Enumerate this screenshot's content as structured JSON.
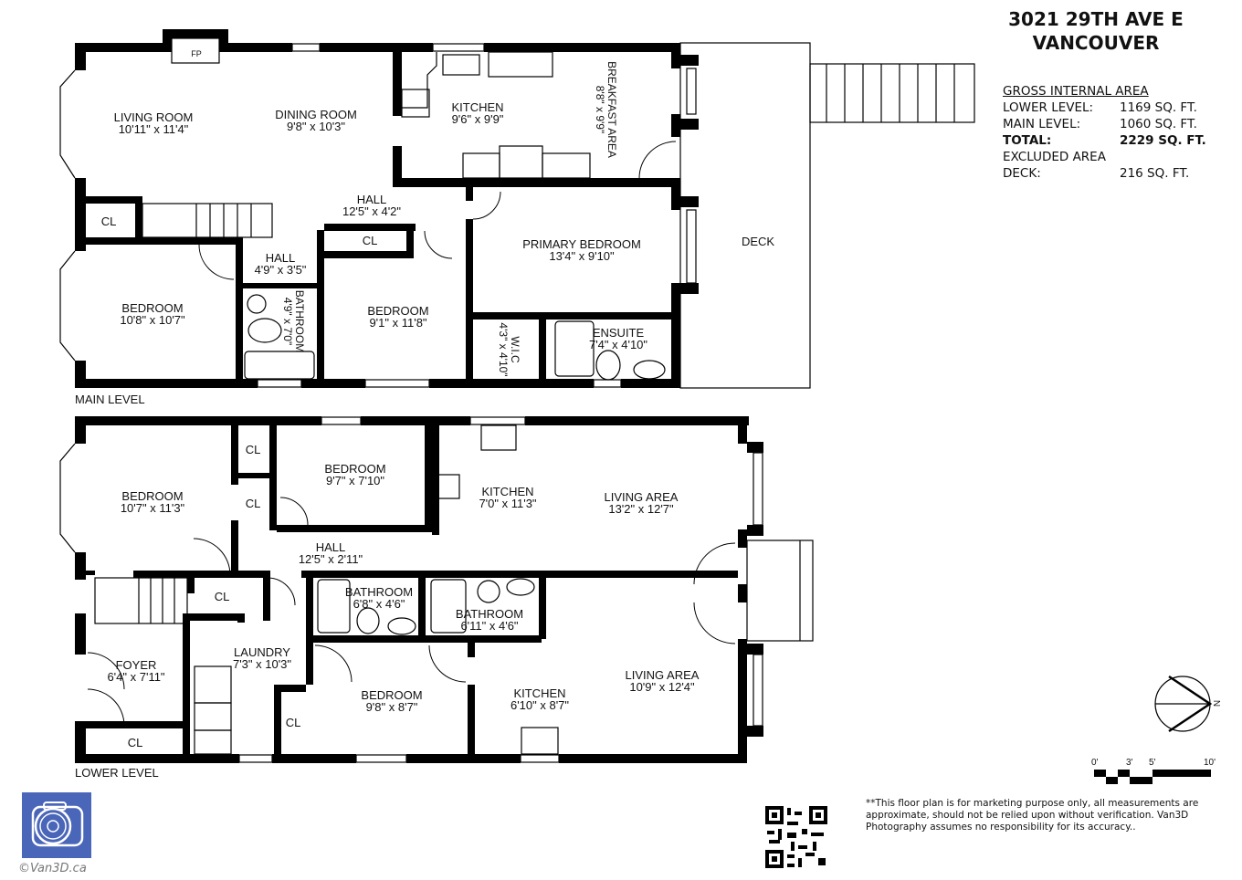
{
  "header": {
    "address_line1": "3021 29TH AVE E",
    "address_line2": "VANCOUVER"
  },
  "area_summary": {
    "heading": "GROSS INTERNAL AREA",
    "rows": [
      {
        "label": "LOWER LEVEL:",
        "value": "1169 SQ. FT.",
        "bold": false
      },
      {
        "label": "MAIN LEVEL:",
        "value": "1060 SQ. FT.",
        "bold": false
      },
      {
        "label": "TOTAL:",
        "value": "2229 SQ. FT.",
        "bold": true
      }
    ],
    "excluded_heading": "EXCLUDED AREA",
    "excluded_rows": [
      {
        "label": "DECK:",
        "value": "216 SQ. FT."
      }
    ]
  },
  "main_level": {
    "label": "MAIN LEVEL",
    "rooms": [
      {
        "name": "LIVING ROOM",
        "dims": "10'11\" x 11'4\""
      },
      {
        "name": "DINING ROOM",
        "dims": "9'8\" x 10'3\""
      },
      {
        "name": "KITCHEN",
        "dims": "9'6\" x 9'9\""
      },
      {
        "name": "BREAKFAST AREA",
        "dims": "8'8\" x 9'9\""
      },
      {
        "name": "HALL",
        "dims": "12'5\" x 4'2\""
      },
      {
        "name": "HALL",
        "dims": "4'9\" x 3'5\""
      },
      {
        "name": "BEDROOM",
        "dims": "10'8\" x 10'7\""
      },
      {
        "name": "BATHROOM",
        "dims": "4'9\" x 7'0\""
      },
      {
        "name": "BEDROOM",
        "dims": "9'1\" x 11'8\""
      },
      {
        "name": "PRIMARY BEDROOM",
        "dims": "13'4\" x 9'10\""
      },
      {
        "name": "W.I.C",
        "dims": "4'3\" x 4'10\""
      },
      {
        "name": "ENSUITE",
        "dims": "7'4\" x 4'10\""
      },
      {
        "name": "DECK",
        "dims": ""
      },
      {
        "name": "CL",
        "dims": ""
      },
      {
        "name": "CL",
        "dims": ""
      },
      {
        "name": "FP",
        "dims": ""
      }
    ]
  },
  "lower_level": {
    "label": "LOWER LEVEL",
    "rooms": [
      {
        "name": "BEDROOM",
        "dims": "10'7\" x 11'3\""
      },
      {
        "name": "BEDROOM",
        "dims": "9'7\" x 7'10\""
      },
      {
        "name": "KITCHEN",
        "dims": "7'0\" x 11'3\""
      },
      {
        "name": "LIVING AREA",
        "dims": "13'2\" x 12'7\""
      },
      {
        "name": "HALL",
        "dims": "12'5\" x 2'11\""
      },
      {
        "name": "BATHROOM",
        "dims": "6'8\" x 4'6\""
      },
      {
        "name": "BATHROOM",
        "dims": "6'11\" x 4'6\""
      },
      {
        "name": "FOYER",
        "dims": "6'4\" x 7'11\""
      },
      {
        "name": "LAUNDRY",
        "dims": "7'3\" x 10'3\""
      },
      {
        "name": "BEDROOM",
        "dims": "9'8\" x 8'7\""
      },
      {
        "name": "KITCHEN",
        "dims": "6'10\" x 8'7\""
      },
      {
        "name": "LIVING AREA",
        "dims": "10'9\" x 12'4\""
      },
      {
        "name": "CL",
        "dims": ""
      },
      {
        "name": "CL",
        "dims": ""
      },
      {
        "name": "CL",
        "dims": ""
      },
      {
        "name": "CL",
        "dims": ""
      },
      {
        "name": "CL",
        "dims": ""
      }
    ]
  },
  "scale_bar": {
    "ticks": [
      "0'",
      "3'",
      "5'",
      "10'"
    ]
  },
  "compass": {
    "north_label": "N"
  },
  "disclaimer": "**This floor plan is for marketing purpose only, all measurements are approximate, should not be relied upon without verification. Van3D Photography assumes no responsibility for its accuracy..",
  "branding": {
    "logo_color": "#4a66b8",
    "copyright": "©Van3D.ca"
  }
}
